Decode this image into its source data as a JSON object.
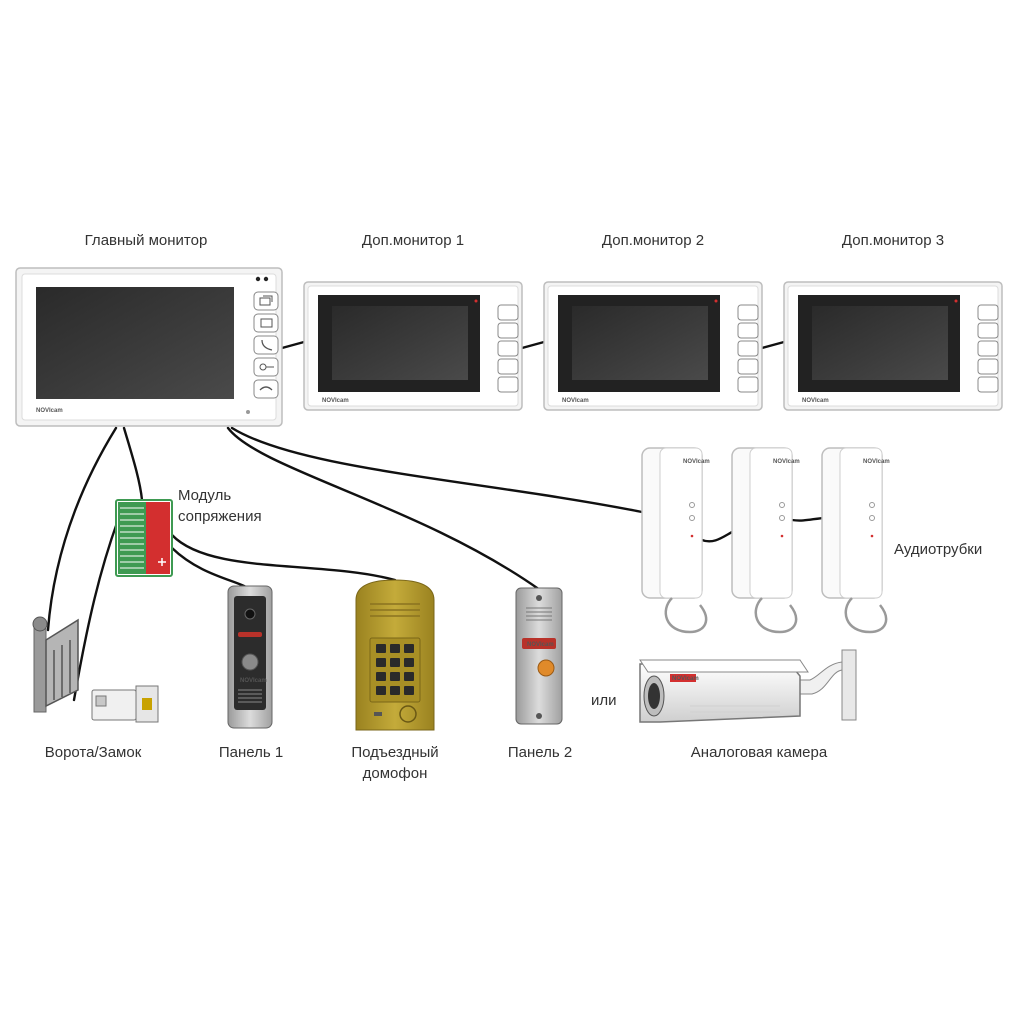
{
  "labels": {
    "main_monitor": "Главный монитор",
    "add_monitor_1": "Доп.монитор 1",
    "add_monitor_2": "Доп.монитор 2",
    "add_monitor_3": "Доп.монитор 3",
    "module_line1": "Модуль",
    "module_line2": "сопряжения",
    "handsets": "Аудиотрубки",
    "gate_lock": "Ворота/Замок",
    "panel_1": "Панель 1",
    "entrance_line1": "Подъездный",
    "entrance_line2": "домофон",
    "panel_2": "Панель 2",
    "or": "или",
    "camera": "Аналоговая камера"
  },
  "brand": "NOVIcam",
  "colors": {
    "module_green": "#3e9a52",
    "module_red": "#d32f2f",
    "intercom_gold": "#b49a2a",
    "panel_red": "#b8322a",
    "panel_orange": "#e08a2a",
    "wire": "#111111"
  }
}
